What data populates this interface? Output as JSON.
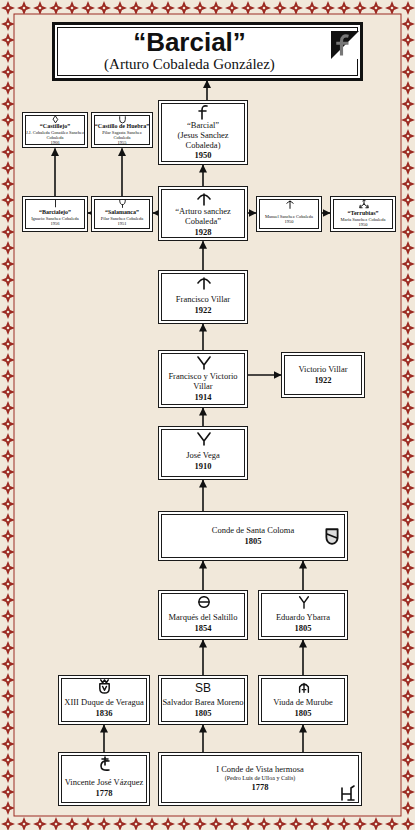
{
  "diagram": {
    "nodes": [
      {
        "text": [
          "“Barcial”",
          "(Arturo Cobaleda González)"
        ]
      },
      {
        "text": [
          "“Castillejo”",
          "J.J. Cobaleda González Sanchez Cobaleda",
          "1966"
        ]
      },
      {
        "text": [
          "“Castillo de Huebra”",
          "Pilar Sagasta Sanchez Cobaleda",
          "1955"
        ]
      },
      {
        "text": [
          "“Barcial”",
          "(Jesus Sanchez Cobaleda)",
          "1950"
        ]
      },
      {
        "text": [
          "“Barcialejo”",
          "Ignacio Sanchez Cobaleda",
          "1956"
        ]
      },
      {
        "text": [
          "“Salamanca”",
          "Pilar Sanchez Cobaleda",
          "1951"
        ]
      },
      {
        "text": [
          "“Arturo sanchez Cobaleda”",
          "1928"
        ]
      },
      {
        "text": [
          "Manuel Sanchez Cobaleda",
          "1950"
        ]
      },
      {
        "text": [
          "“Terrubias”",
          "María Sanchez Cobaleda",
          "1950"
        ]
      },
      {
        "text": [
          "Francisco Villar",
          "1922"
        ]
      },
      {
        "text": [
          "Francisco y Victorio Villar",
          "1914"
        ]
      },
      {
        "text": [
          "Victorio Villar",
          "1922"
        ]
      },
      {
        "text": [
          "José Vega",
          "1910"
        ]
      },
      {
        "text": [
          "Conde de Santa Coloma",
          "1805"
        ]
      },
      {
        "text": [
          "Marqués del Saltillo",
          "1854"
        ]
      },
      {
        "text": [
          "Eduardo Ybarra",
          "1805"
        ]
      },
      {
        "text": [
          "XIII Duque de Veragua",
          "1836"
        ]
      },
      {
        "text": [
          "SB",
          "Salvador Barea Moreno",
          "1805"
        ]
      },
      {
        "text": [
          "Viuda de Murube",
          "1805"
        ]
      },
      {
        "text": [
          "Vincente José Vázquez",
          "1778"
        ]
      },
      {
        "text": [
          "I Conde de Vista hermosa",
          "(Pedro Luis de Ulloa y Calis)",
          "1778"
        ]
      }
    ],
    "edges": [
      {
        "from": 20,
        "to": 17,
        "arrow": "to"
      },
      {
        "from": 20,
        "to": 18,
        "arrow": "to"
      },
      {
        "from": 19,
        "to": 16,
        "arrow": "to"
      },
      {
        "from": 17,
        "to": 14,
        "arrow": "to"
      },
      {
        "from": 18,
        "to": 15,
        "arrow": "to"
      },
      {
        "from": 14,
        "to": 13,
        "arrow": "to"
      },
      {
        "from": 15,
        "to": 13,
        "arrow": "to"
      },
      {
        "from": 13,
        "to": 12,
        "arrow": "to"
      },
      {
        "from": 12,
        "to": 10,
        "arrow": "to"
      },
      {
        "from": 10,
        "to": 11,
        "arrow": "to"
      },
      {
        "from": 10,
        "to": 9,
        "arrow": "to"
      },
      {
        "from": 9,
        "to": 6,
        "arrow": "to"
      },
      {
        "from": 6,
        "to": 3,
        "arrow": "to"
      },
      {
        "from": 3,
        "to": 0,
        "arrow": "to"
      },
      {
        "from": 6,
        "to": 7,
        "arrow": "to"
      },
      {
        "from": 7,
        "to": 8,
        "arrow": "to"
      },
      {
        "from": 6,
        "to": 5,
        "arrow": "to"
      },
      {
        "from": 5,
        "to": 4,
        "arrow": "to"
      },
      {
        "from": 4,
        "to": 1,
        "arrow": "to"
      },
      {
        "from": 5,
        "to": 2,
        "arrow": "to"
      }
    ]
  }
}
